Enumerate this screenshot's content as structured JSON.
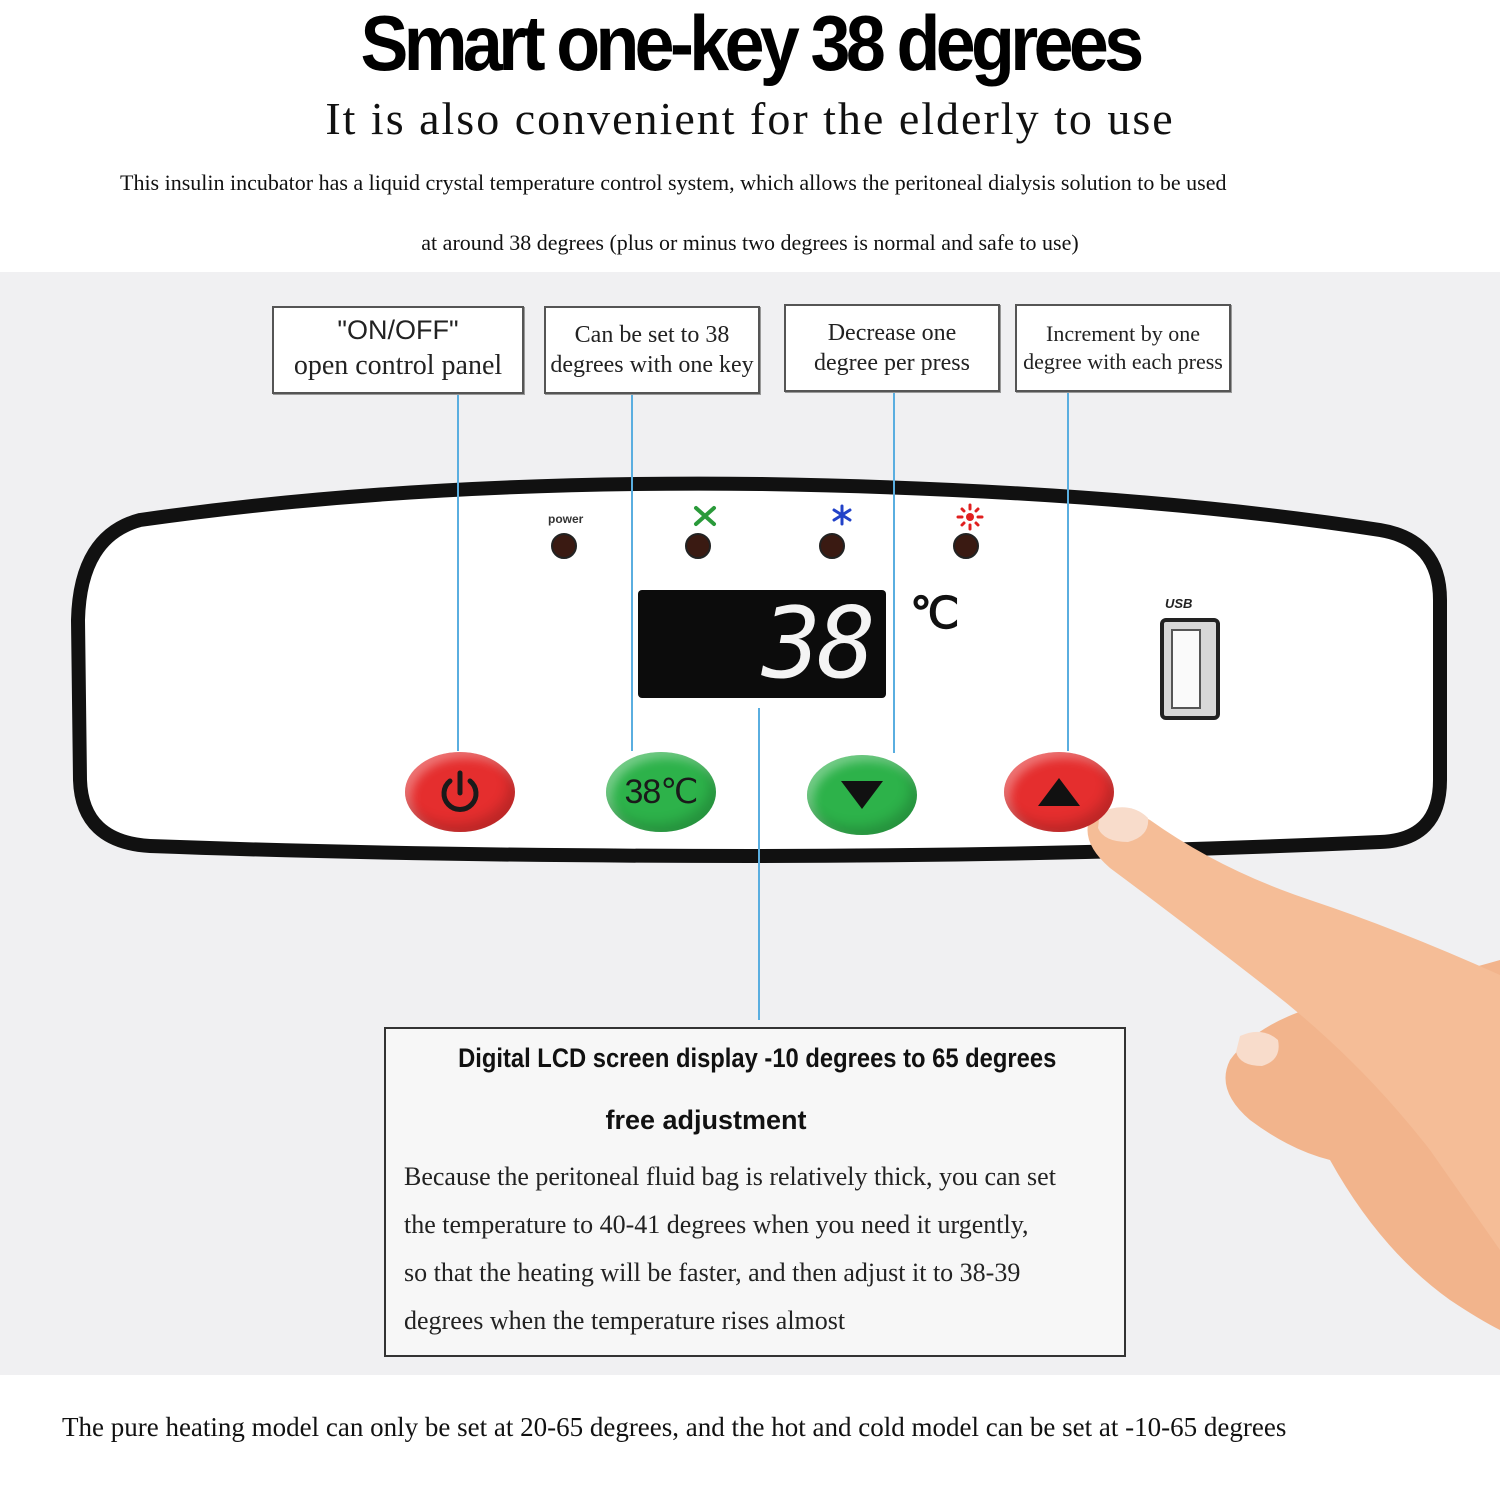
{
  "header": {
    "headline": "Smart one-key 38 degrees",
    "subheadline": "It is also convenient for the elderly  to use",
    "intro_line1": "This insulin incubator has a liquid crystal temperature control system, which allows the peritoneal dialysis solution to be used",
    "intro_line2": "at around 38 degrees (plus or minus two degrees is normal and safe to use)"
  },
  "callouts": {
    "power": {
      "line1": "\"ON/OFF\"",
      "line2": "open control panel"
    },
    "preset": {
      "line1": "Can be set to 38",
      "line2": "degrees with one key"
    },
    "decrease": {
      "line1": "Decrease one",
      "line2": "degree per press"
    },
    "increase": {
      "line1": "Increment by one",
      "line2": "degree with each press"
    }
  },
  "panel": {
    "power_label": "power",
    "display_value": "38",
    "unit": "℃",
    "usb_label": "USB",
    "preset_button_label": "38℃",
    "icons": [
      "power-led",
      "fan-icon",
      "snowflake-icon",
      "heat-icon",
      "power-icon",
      "triangle-down-icon",
      "triangle-up-icon",
      "usb-port-icon"
    ],
    "colors": {
      "red_button": "#e52e2e",
      "green_button": "#2db24a",
      "callout_line": "#5aaee0"
    }
  },
  "lcd_callout": {
    "title_line1": "Digital LCD screen display -10 degrees to 65 degrees",
    "title_line2": "free adjustment",
    "body_lines": [
      "Because the peritoneal fluid bag is relatively thick, you can set",
      "the temperature to 40-41 degrees when you need it urgently,",
      "so that the heating will be faster, and then adjust it to 38-39",
      "degrees when the temperature rises almost"
    ]
  },
  "footer": {
    "text": "The pure heating model can only be set at 20-65 degrees, and the hot and cold model can be set at -10-65 degrees"
  }
}
